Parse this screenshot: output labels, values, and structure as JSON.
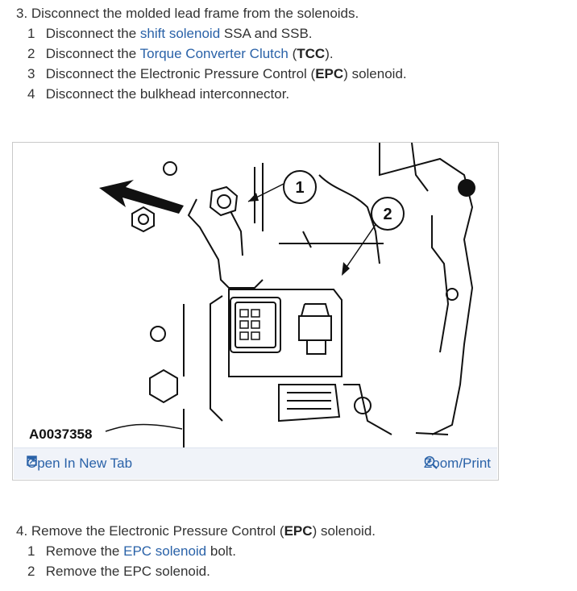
{
  "step3": {
    "title": "3. Disconnect the molded lead frame from the solenoids.",
    "items": [
      {
        "num": "1",
        "pre": "Disconnect the ",
        "link": "shift solenoid",
        "post": " SSA and SSB."
      },
      {
        "num": "2",
        "pre": "Disconnect the ",
        "link": "Torque Converter Clutch",
        "mid": " (",
        "bold": "TCC",
        "post": ")."
      },
      {
        "num": "3",
        "pre": "Disconnect the Electronic Pressure Control (",
        "bold": "EPC",
        "post": ") solenoid."
      },
      {
        "num": "4",
        "pre": "Disconnect the bulkhead interconnector."
      }
    ]
  },
  "figure": {
    "id_label": "A0037358",
    "callouts": [
      "1",
      "2"
    ],
    "open_tab_label": "Open In New Tab",
    "zoom_label": "Zoom/Print",
    "icons": [
      "open-in-new-tab-icon",
      "zoom-icon"
    ],
    "link_color": "#2a62a8"
  },
  "step4": {
    "title_pre": "4. Remove the Electronic Pressure Control (",
    "title_bold": "EPC",
    "title_post": ") solenoid.",
    "items": [
      {
        "num": "1",
        "pre": "Remove the ",
        "link": "EPC solenoid",
        "post": " bolt."
      },
      {
        "num": "2",
        "pre": "Remove the EPC solenoid."
      }
    ]
  }
}
